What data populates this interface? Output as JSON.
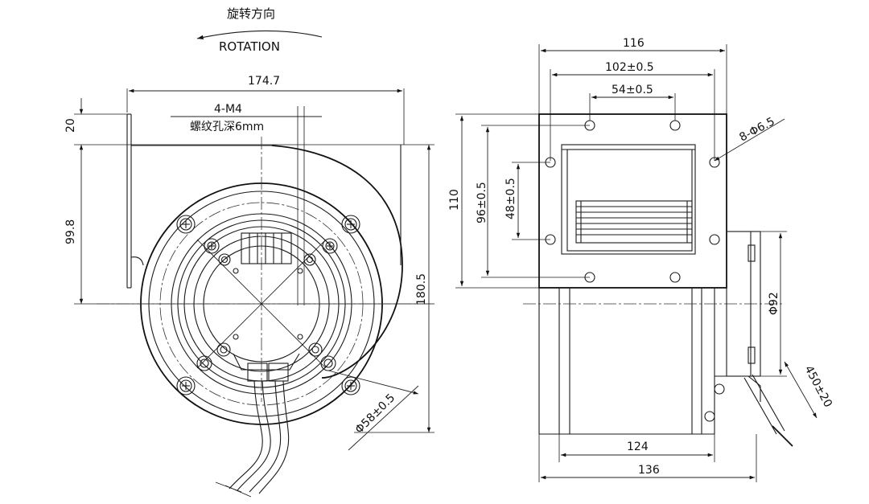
{
  "front_view": {
    "rotation_cn": "旋转方向",
    "rotation_en": "ROTATION",
    "thread_spec": "4-M4",
    "thread_depth": "螺纹孔深6mm",
    "dim_width": "174.7",
    "dim_top": "20",
    "dim_left": "99.8",
    "dim_height": "180.5",
    "dim_hub": "Φ58±0.5"
  },
  "side_view": {
    "dim_total": "116",
    "dim_hole_span": "102±0.5",
    "dim_inner_span": "54±0.5",
    "dim_hole_dia": "8-Φ6.5",
    "dim_flange_h": "110",
    "dim_hole_v": "96±0.5",
    "dim_inner_v": "48±0.5",
    "dim_motor_dia": "Φ92",
    "dim_cable": "450±20",
    "dim_body": "124",
    "dim_overall": "136"
  }
}
